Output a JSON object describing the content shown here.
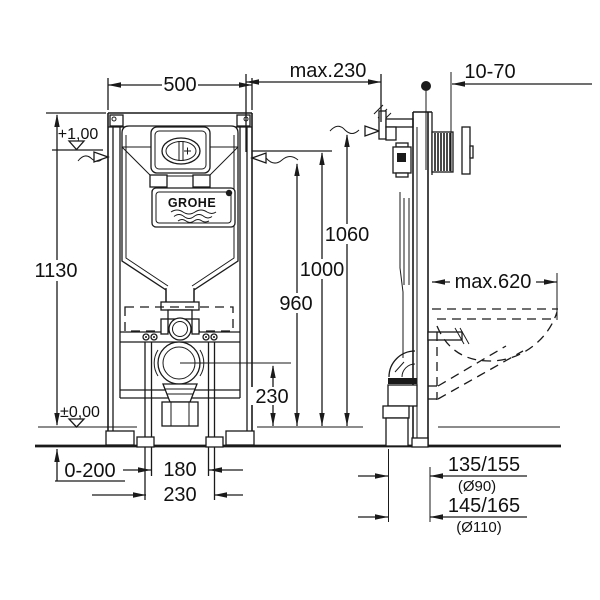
{
  "drawing": {
    "brand": "GROHE",
    "colors": {
      "line": "#1a1a1a",
      "background": "#ffffff"
    },
    "dims": {
      "frame_width": "500",
      "top_offset_max": "max.230",
      "wall_range": "10-70",
      "frame_height": "1130",
      "level_plus": "+1,00",
      "level_zero": "±0,00",
      "h1060": "1060",
      "h1000": "1000",
      "h960": "960",
      "outlet_height": "230",
      "foot_range": "0-200",
      "spacing_inner": "180",
      "spacing_outer": "230",
      "bowl_depth": "max.620",
      "drain90_offset": "135/155",
      "drain90_dia": "(Ø90)",
      "drain110_offset": "145/165",
      "drain110_dia": "(Ø110)"
    }
  }
}
